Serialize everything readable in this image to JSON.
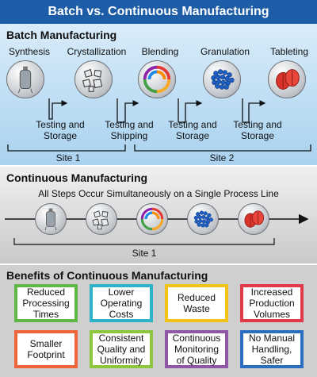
{
  "title": "Batch vs. Continuous Manufacturing",
  "batch": {
    "heading": "Batch Manufacturing",
    "steps": [
      "Synthesis",
      "Crystallization",
      "Blending",
      "Granulation",
      "Tableting"
    ],
    "intermediates": [
      "Testing and\nStorage",
      "Testing and\nShipping",
      "Testing and\nStorage",
      "Testing and\nStorage"
    ],
    "site1": "Site 1",
    "site2": "Site 2"
  },
  "continuous": {
    "heading": "Continuous Manufacturing",
    "subtitle": "All Steps Occur Simultaneously on a Single Process Line",
    "site": "Site 1"
  },
  "benefits": {
    "heading": "Benefits of Continuous Manufacturing",
    "items": [
      {
        "text": "Reduced\nProcessing\nTimes",
        "color": "#5fb846"
      },
      {
        "text": "Lower\nOperating\nCosts",
        "color": "#2fb3c8"
      },
      {
        "text": "Reduced\nWaste",
        "color": "#f2c21b"
      },
      {
        "text": "Increased\nProduction\nVolumes",
        "color": "#e03a4b"
      },
      {
        "text": "Smaller\nFootprint",
        "color": "#f0643a"
      },
      {
        "text": "Consistent\nQuality and\nUniformity",
        "color": "#8cc63f"
      },
      {
        "text": "Continuous\nMonitoring\nof Quality",
        "color": "#8f57a6"
      },
      {
        "text": "No Manual\nHandling,\nSafer",
        "color": "#2a6fc0"
      }
    ]
  },
  "icons": [
    "tank-icon",
    "crystals-icon",
    "blender-swirl-icon",
    "granules-icon",
    "tablets-icon"
  ]
}
